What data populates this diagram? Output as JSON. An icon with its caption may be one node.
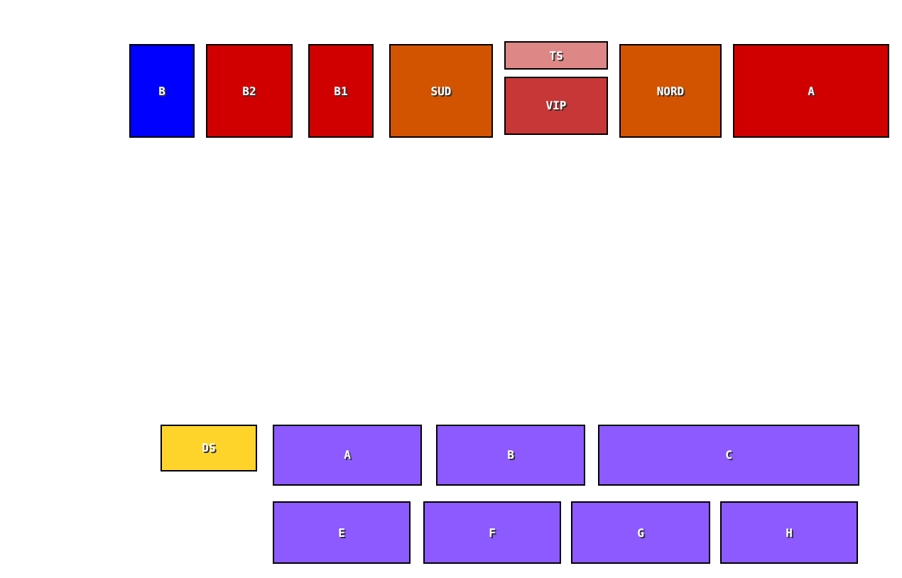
{
  "diagram": {
    "nodes": [
      {
        "text": [
          "B"
        ]
      },
      {
        "text": [
          "B2"
        ]
      },
      {
        "text": [
          "B1"
        ]
      },
      {
        "text": [
          "SUD"
        ]
      },
      {
        "text": [
          "TS"
        ]
      },
      {
        "text": [
          "VIP"
        ]
      },
      {
        "text": [
          "NORD"
        ]
      },
      {
        "text": [
          "A"
        ]
      },
      {
        "text": [
          "DS"
        ]
      },
      {
        "text": [
          "A"
        ]
      },
      {
        "text": [
          "B"
        ]
      },
      {
        "text": [
          "C"
        ]
      },
      {
        "text": [
          "E"
        ]
      },
      {
        "text": [
          "F"
        ]
      },
      {
        "text": [
          "G"
        ]
      },
      {
        "text": [
          "H"
        ]
      }
    ]
  }
}
